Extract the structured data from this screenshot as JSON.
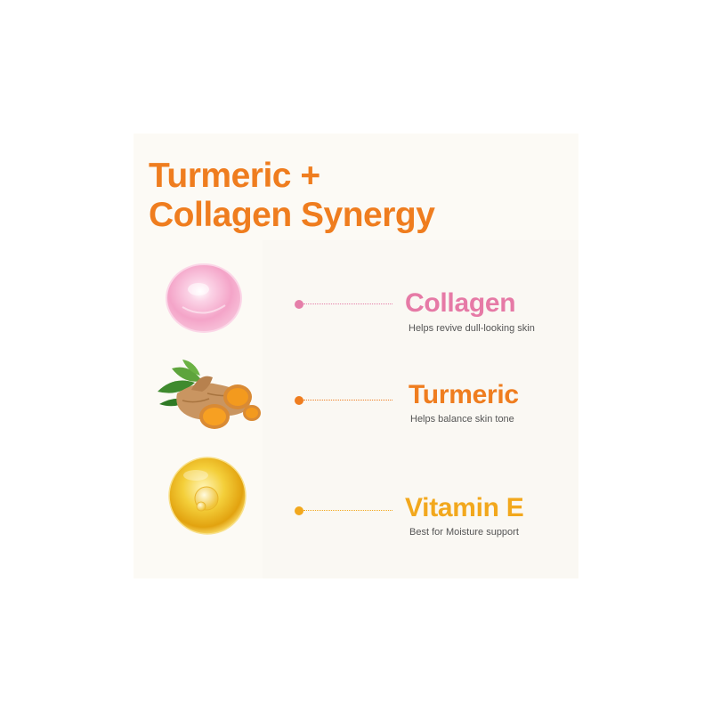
{
  "title": {
    "line1": "Turmeric +",
    "line2": "Collagen Synergy"
  },
  "colors": {
    "title": "#ef7d1f",
    "collagen": "#e67aa6",
    "turmeric": "#ef7d1f",
    "vitamin_e": "#f2a81d",
    "description": "#555555"
  },
  "ingredients": [
    {
      "name": "Collagen",
      "description": "Helps revive dull-looking skin",
      "icon": "collagen-sphere-icon"
    },
    {
      "name": "Turmeric",
      "description": "Helps balance skin tone",
      "icon": "turmeric-root-icon"
    },
    {
      "name": "Vitamin E",
      "description": "Best for Moisture support",
      "icon": "vitamin-e-oil-drop-icon"
    }
  ]
}
